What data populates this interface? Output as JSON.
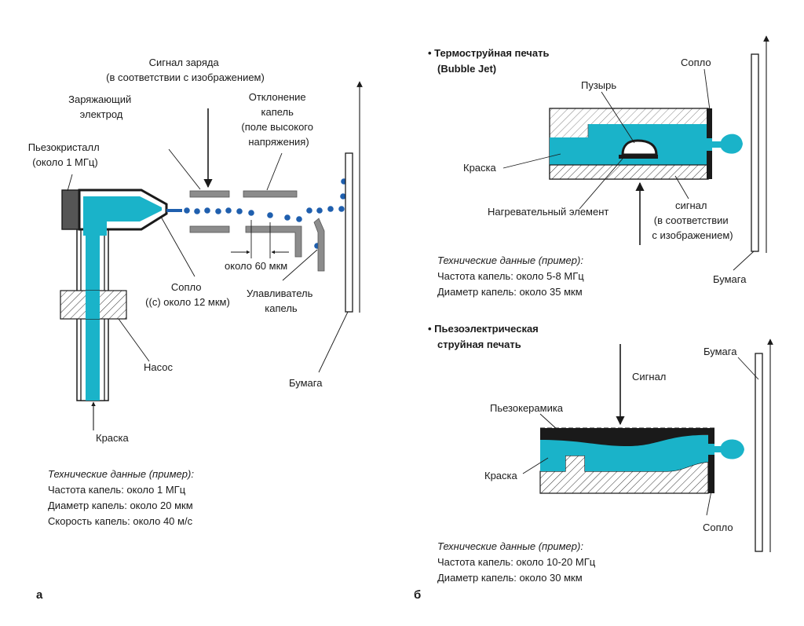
{
  "panel_a": {
    "letter": "а",
    "labels": {
      "charge_signal": [
        "Сигнал заряда",
        "(в соответствии с изображением)"
      ],
      "charging_electrode": [
        "Заряжающий",
        "электрод"
      ],
      "deflection": [
        "Отклонение",
        "капель",
        "(поле высокого",
        "напряжения)"
      ],
      "piezo_crystal": [
        "Пьезокристалл",
        "(около 1 МГц)"
      ],
      "nozzle": [
        "Сопло",
        "((с) около 12 мкм)"
      ],
      "spacing": "около 60 мкм",
      "catcher": [
        "Улавливатель",
        "капель"
      ],
      "pump": "Насос",
      "paper": "Бумага",
      "ink": "Краска"
    },
    "specs": {
      "title": "Технические данные (пример):",
      "lines": [
        "Частота капель: около 1 МГц",
        "Диаметр капель: около 20 мкм",
        "Скорость капель: около 40 м/с"
      ]
    }
  },
  "panel_b": {
    "letter": "б",
    "thermal": {
      "heading": [
        "• Термоструйная печать",
        "(Bubble Jet)"
      ],
      "labels": {
        "nozzle": "Сопло",
        "bubble": "Пузырь",
        "ink": "Краска",
        "heater": "Нагревательный элемент",
        "signal": [
          "сигнал",
          "(в соответствии",
          "с изображением)"
        ],
        "paper": "Бумага"
      },
      "specs": {
        "title": "Технические данные (пример):",
        "lines": [
          "Частота капель: около 5-8 МГц",
          "Диаметр капель: около 35 мкм"
        ]
      }
    },
    "piezo": {
      "heading": [
        "• Пьезоэлектрическая",
        "струйная печать"
      ],
      "labels": {
        "paper": "Бумага",
        "signal": "Сигнал",
        "ceramic": "Пьезокерамика",
        "ink": "Краска",
        "nozzle": "Сопло"
      },
      "specs": {
        "title": "Технические данные (пример):",
        "lines": [
          "Частота капель: около 10-20 МГц",
          "Диаметр капель: около 30 мкм"
        ]
      }
    }
  },
  "colors": {
    "ink": "#1ab3c9",
    "drops": "#1f5fae",
    "plates": "#8c8c8c",
    "outline": "#1a1a1a"
  }
}
